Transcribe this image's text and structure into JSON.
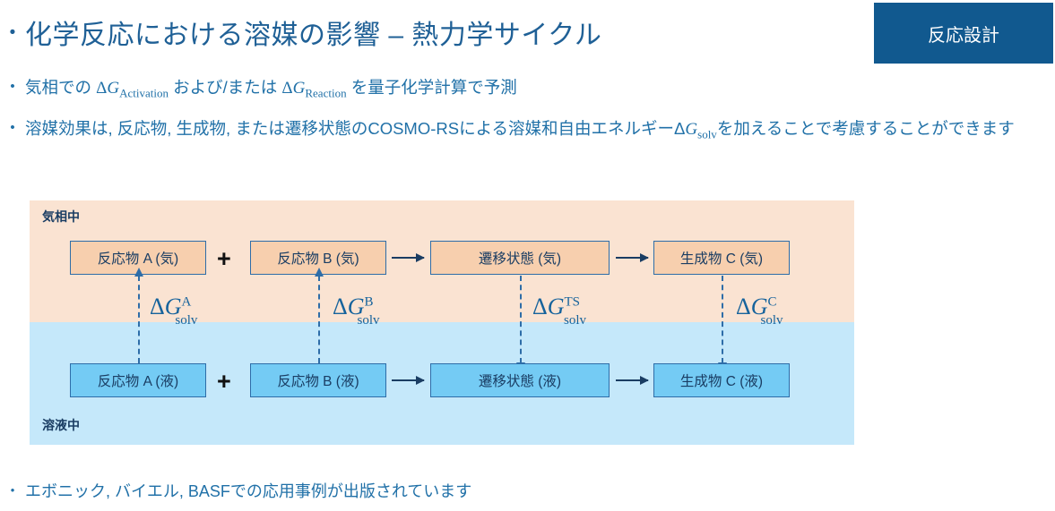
{
  "slide": {
    "title": "化学反応における溶媒の影響 – 熱力学サイクル",
    "title_bullet": "•",
    "badge": "反応設計",
    "accent_color": "#11598f",
    "text_color": "#2171a8",
    "gas_band_color": "#fae3d2",
    "liquid_band_color": "#c5e8fa",
    "gas_node_color": "#f7cfae",
    "liquid_node_color": "#74cbf4",
    "node_border_color": "#2e6da8"
  },
  "bullets": [
    {
      "marker": "•",
      "segments": [
        {
          "type": "text",
          "value": "気相での "
        },
        {
          "type": "math",
          "delta": "Δ",
          "var": "G",
          "sub": "Activation"
        },
        {
          "type": "text",
          "value": " および/または "
        },
        {
          "type": "math",
          "delta": "Δ",
          "var": "G",
          "sub": "Reaction"
        },
        {
          "type": "text",
          "value": " を量子化学計算で予測"
        }
      ]
    },
    {
      "marker": "•",
      "segments": [
        {
          "type": "text",
          "value": "溶媒効果は, 反応物, 生成物, または遷移状態のCOSMO-RSによる溶媒和自由エネルギーΔ"
        },
        {
          "type": "math",
          "delta": "",
          "var": "G",
          "sub": "solv"
        },
        {
          "type": "text",
          "value": "を加えることで考慮することができます"
        }
      ]
    },
    {
      "marker": "•",
      "segments": [
        {
          "type": "text",
          "value": "エボニック, バイエル, BASFでの応用事例が出版されています"
        }
      ]
    }
  ],
  "bullet_1_part_a": "気相での ",
  "bullet_1_sub_a": "Activation",
  "bullet_1_part_b": " および/または ",
  "bullet_1_sub_b": "Reaction",
  "bullet_1_part_c": " を量子化学計算で予測",
  "bullet_2_part_a": "溶媒効果は, 反応物, 生成物, または遷移状態のCOSMO-RSによる溶媒和自由エネルギーΔ",
  "bullet_2_sub": "solv",
  "bullet_2_part_b": "を加えることで考慮することができます",
  "bullet_4_text": "エボニック, バイエル, BASFでの応用事例が出版されています",
  "diagram": {
    "gas_phase_label": "気相中",
    "liquid_phase_label": "溶液中",
    "plus_symbol": "+",
    "gas_nodes": [
      {
        "id": "reactant-a-gas",
        "label": "反応物 A (気)"
      },
      {
        "id": "reactant-b-gas",
        "label": "反応物 B (気)"
      },
      {
        "id": "transition-state-gas",
        "label": "遷移状態 (気)"
      },
      {
        "id": "product-c-gas",
        "label": "生成物 C (気)"
      }
    ],
    "liquid_nodes": [
      {
        "id": "reactant-a-liquid",
        "label": "反応物 A (液)"
      },
      {
        "id": "reactant-b-liquid",
        "label": "反応物 B (液)"
      },
      {
        "id": "transition-state-liquid",
        "label": "遷移状態 (液)"
      },
      {
        "id": "product-c-liquid",
        "label": "生成物 C (液)"
      }
    ],
    "solvation_labels": [
      {
        "id": "dg-solv-a",
        "delta": "Δ",
        "var": "G",
        "sup": "A",
        "sub": "solv",
        "direction": "up"
      },
      {
        "id": "dg-solv-b",
        "delta": "Δ",
        "var": "G",
        "sup": "B",
        "sub": "solv",
        "direction": "up"
      },
      {
        "id": "dg-solv-ts",
        "delta": "Δ",
        "var": "G",
        "sup": "TS",
        "sub": "solv",
        "direction": "down"
      },
      {
        "id": "dg-solv-c",
        "delta": "Δ",
        "var": "G",
        "sup": "C",
        "sub": "solv",
        "direction": "down"
      }
    ],
    "delta_symbol": "Δ",
    "g_symbol": "G",
    "sup_a": "A",
    "sup_b": "B",
    "sup_ts": "TS",
    "sup_c": "C",
    "sub_solv": "solv"
  }
}
